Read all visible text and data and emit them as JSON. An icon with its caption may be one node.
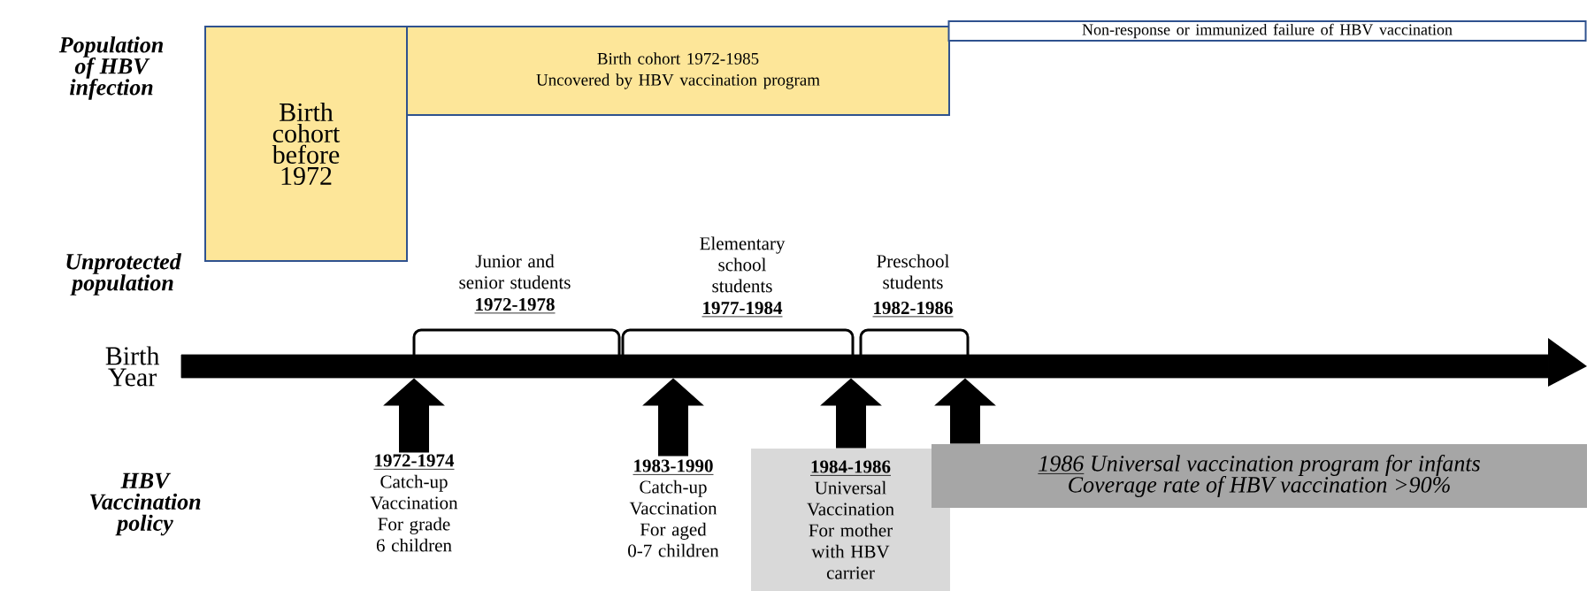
{
  "diagram": {
    "nodes": [
      {
        "text": [
          "Birth cohort before 1972"
        ]
      },
      {
        "text": [
          "Birth cohort 1972-1985",
          "Uncovered by HBV vaccination program"
        ]
      },
      {
        "text": [
          "Non-response or immunized failure of HBV vaccination"
        ]
      },
      {
        "text": [],
        "shape": "bar",
        "beside": [
          "Birth Year"
        ]
      },
      {
        "text": [
          "1972-1974",
          "Catch-up Vaccination For grade 6 children"
        ]
      },
      {
        "text": [
          "1983-1990",
          "Catch-up Vaccination For aged 0-7 children"
        ]
      },
      {
        "text": [
          "1984-1986",
          "Universal Vaccination For mother with HBV carrier"
        ]
      },
      {
        "text": [
          "1986",
          "Universal vaccination program for infants",
          "Coverage rate of HBV vaccination >90%"
        ]
      }
    ],
    "edges": [
      {
        "from": 4,
        "to": 3,
        "arrow": "to"
      },
      {
        "from": 5,
        "to": 3,
        "arrow": "to"
      },
      {
        "from": 6,
        "to": 3,
        "arrow": "to"
      },
      {
        "from": 7,
        "to": 3,
        "arrow": "to"
      }
    ],
    "labels": [
      "Population of HBV infection",
      "Unprotected population",
      "HBV Vaccination policy",
      "Junior and senior students",
      "1972-1978",
      "Elementary school students",
      "1977-1984",
      "Preschool students",
      "1982-1986"
    ]
  }
}
